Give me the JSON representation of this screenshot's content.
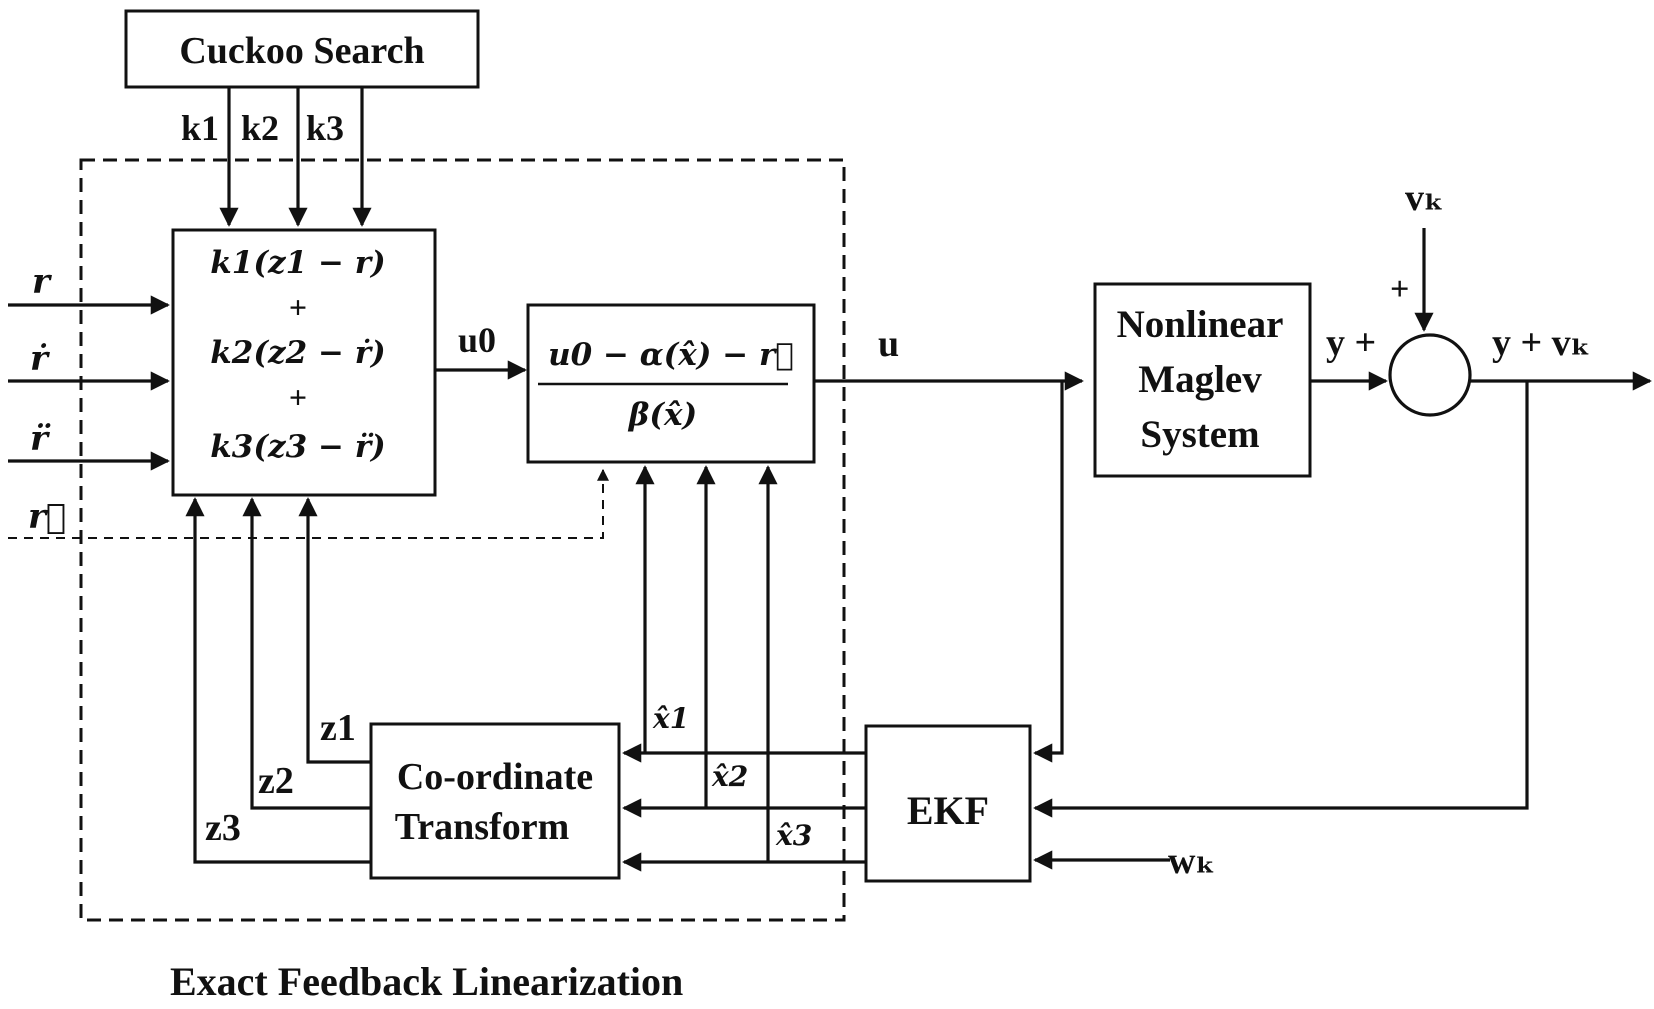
{
  "blocks": {
    "cuckoo": "Cuckoo Search",
    "controller": {
      "line1": "k1(z1 − r)",
      "plus1": "+",
      "line2": "k2(z2 − ṙ)",
      "plus2": "+",
      "line3": "k3(z3 − r̈)"
    },
    "control_law": {
      "numerator": "u0 − α(x̂) − r⃛",
      "denominator": "β(x̂)"
    },
    "plant": {
      "line1": "Nonlinear",
      "line2": "Maglev",
      "line3": "System"
    },
    "transform": {
      "line1": "Co-ordinate",
      "line2": "Transform"
    },
    "ekf": "EKF",
    "efl_region": "Exact Feedback Linearization"
  },
  "signals": {
    "gains": [
      "k1",
      "k2",
      "k3"
    ],
    "references": [
      "r",
      "ṙ",
      "r̈",
      "r⃛"
    ],
    "u0": "u0",
    "u": "u",
    "y_plus": "y +",
    "sum_plus": "+",
    "noise_vk": "vₖ",
    "y_vk": "y + vₖ",
    "noise_wk": "wₖ",
    "states": [
      "z1",
      "z2",
      "z3"
    ],
    "estimates": [
      "x̂1",
      "x̂2",
      "x̂3"
    ]
  }
}
